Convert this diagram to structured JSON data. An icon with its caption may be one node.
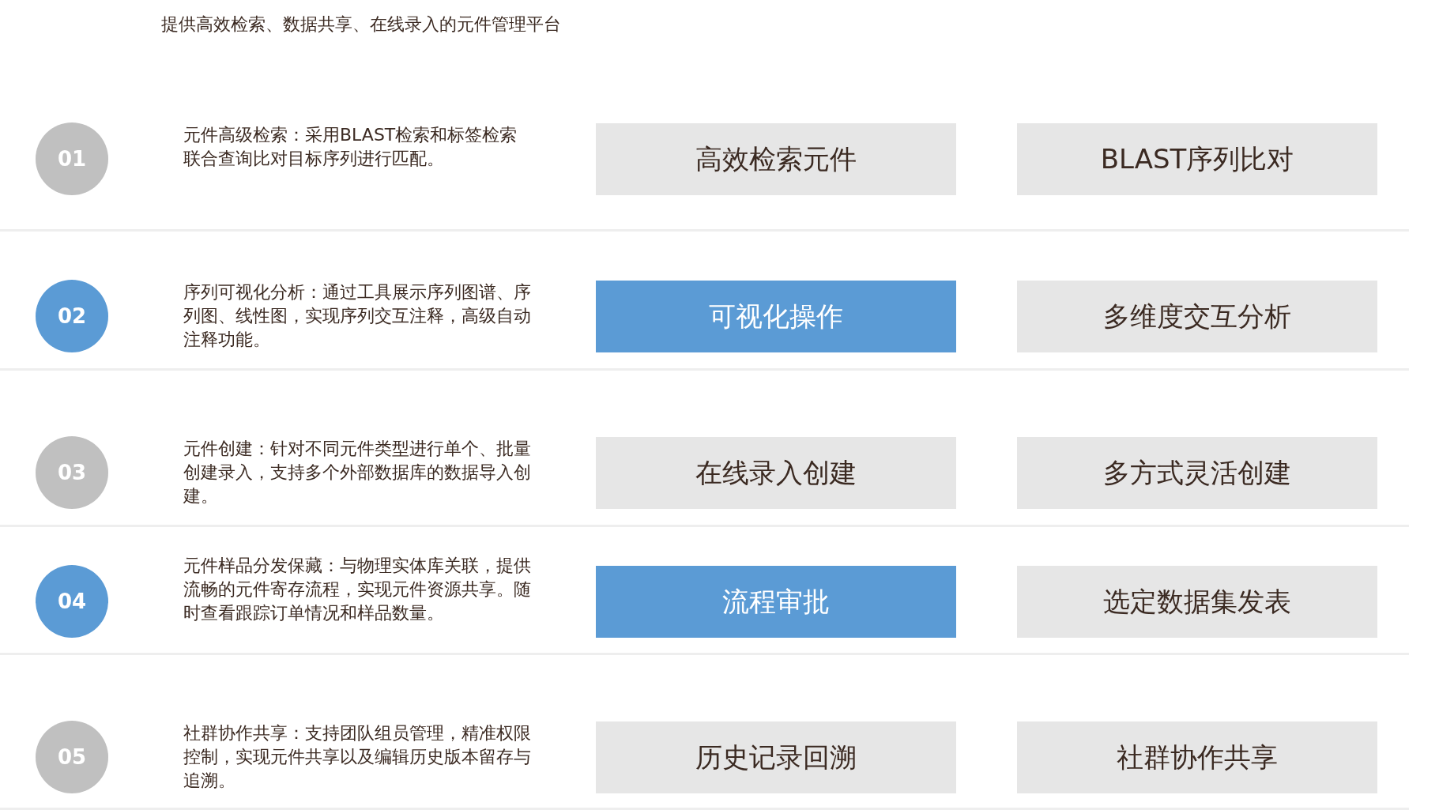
{
  "diagram": {
    "title": "提供高效检索、数据共享、在线录入的元件管理平台",
    "nodes": [
      {
        "text": [
          "01"
        ]
      },
      {
        "text": [
          "高效检索元件"
        ]
      },
      {
        "text": [
          "BLAST序列比对"
        ]
      },
      {
        "text": [
          "02"
        ]
      },
      {
        "text": [
          "可视化操作"
        ]
      },
      {
        "text": [
          "多维度交互分析"
        ]
      },
      {
        "text": [
          "03"
        ]
      },
      {
        "text": [
          "在线录入创建"
        ]
      },
      {
        "text": [
          "多方式灵活创建"
        ]
      },
      {
        "text": [
          "04"
        ]
      },
      {
        "text": [
          "流程审批"
        ]
      },
      {
        "text": [
          "选定数据集发表"
        ]
      },
      {
        "text": [
          "05"
        ]
      },
      {
        "text": [
          "历史记录回溯"
        ]
      },
      {
        "text": [
          "社群协作共享"
        ]
      }
    ],
    "edges": [],
    "labels": [
      "元件高级检索：采用BLAST检索和标签检索联合查询比对目标序列进行匹配。",
      "序列可视化分析：通过工具展示序列图谱、序列图、线性图，实现序列交互注释，高级自动注释功能。",
      "元件创建：针对不同元件类型进行单个、批量创建录入，支持多个外部数据库的数据导入创建。",
      "元件样品分发保藏：与物理实体库关联，提供流畅的元件寄存流程，实现元件资源共享。随时查看跟踪订单情况和样品数量。",
      "社群协作共享：支持团队组员管理，精准权限控制，实现元件共享以及编辑历史版本留存与追溯。"
    ]
  }
}
